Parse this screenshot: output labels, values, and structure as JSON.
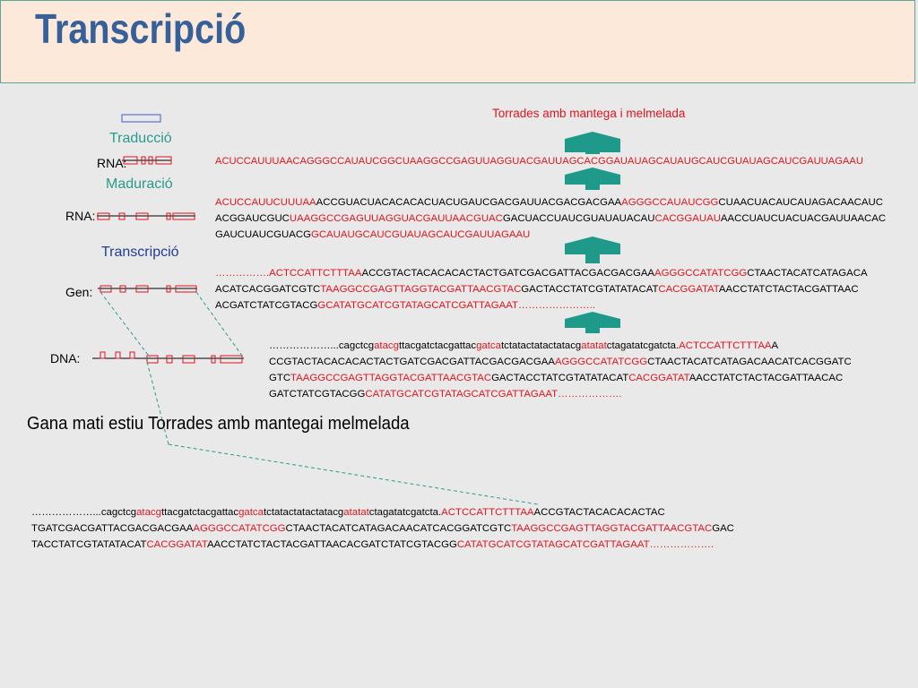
{
  "title": "Transcripció",
  "annotation": "Torrades amb mantega i melmelada",
  "caption": "Gana mati estiu  Torrades amb mantegai melmelada",
  "labels": {
    "traduccio": "Traducció",
    "rna1": "RNA:",
    "maduracio": "Maduració",
    "rna2": "RNA:",
    "transcripcio": "Transcripció",
    "gen": "Gen:",
    "dna": "DNA:"
  },
  "colors": {
    "title": "#36609a",
    "red_text": "#e0141e",
    "arrow": "#1f9a8a",
    "teal_label": "#2a9a8c",
    "blue_label": "#1f3c98"
  },
  "mrna_seq": "ACUCCAUUUAACAGGGCCAUAUCGGCUAAGGCCGAGUUAGGUACGAUUAGCACGGAUAUAGCAUAUGCAUCGUAUAGCAUCGAUUAGAAU",
  "rna_seq": [
    [
      {
        "t": "ACUCCAUUCUUUAA",
        "r": true
      },
      {
        "t": "ACCGUACUACACACACUACUGAUCGACGAUUACGACGACGAA",
        "r": false
      },
      {
        "t": "AGGGCCAUAUCGG",
        "r": true
      },
      {
        "t": "CUAACUACAUCAUAGACAACAUC",
        "r": false
      }
    ],
    [
      {
        "t": "ACGGAUCGUC",
        "r": false
      },
      {
        "t": "UAAGGCCGAGUUAGGUACGAUUAACGUAC",
        "r": true
      },
      {
        "t": "GACUACCUAUCGUAUAUACAU",
        "r": false
      },
      {
        "t": "CACGGAUAU",
        "r": true
      },
      {
        "t": "AACCUAUCUACUACGAUUAACAC",
        "r": false
      }
    ],
    [
      {
        "t": "GAUCUAUCGUACG",
        "r": false
      },
      {
        "t": "GCAUAUGCAUCGUAUAGCAUCGAUUAGAAU",
        "r": true
      }
    ]
  ],
  "gen_seq": [
    [
      {
        "t": "…………….",
        "r": true
      },
      {
        "t": "ACTCCATTCTTTAA",
        "r": true
      },
      {
        "t": "ACCGTACTACACACACTACTGATCGACGATTACGACGACGAA",
        "r": false
      },
      {
        "t": "AGGGCCATATCGG",
        "r": true
      },
      {
        "t": "CTAACTACATCATAGACA",
        "r": false
      }
    ],
    [
      {
        "t": "ACATCACGGATCGTC",
        "r": false
      },
      {
        "t": "TAAGGCCGAGTTAGGTACGATTAACGTAC",
        "r": true
      },
      {
        "t": "GACTACCTATCGTATATACAT",
        "r": false
      },
      {
        "t": "CACGGATAT",
        "r": true
      },
      {
        "t": "AACCTATCTACTACGATTAAC",
        "r": false
      }
    ],
    [
      {
        "t": "ACGATCTATCGTACG",
        "r": false
      },
      {
        "t": "GCATATGCATCGTATAGCATCGATTAGAAT",
        "r": true
      },
      {
        "t": "…………………..",
        "r": true
      }
    ]
  ],
  "dna_seq": [
    [
      {
        "t": "………………...cagctcg",
        "r": false
      },
      {
        "t": "atacg",
        "r": true
      },
      {
        "t": "ttacgatctacgattac",
        "r": false
      },
      {
        "t": "gatca",
        "r": true
      },
      {
        "t": "tctatactatactatacg",
        "r": false
      },
      {
        "t": "atatat",
        "r": true
      },
      {
        "t": "ctagatatcgatcta.",
        "r": false
      },
      {
        "t": "ACTCCATTCTTTAA",
        "r": true
      },
      {
        "t": "A",
        "r": false
      }
    ],
    [
      {
        "t": "CCGTACTACACACACTACTGATCGACGATTACGACGACGAA",
        "r": false
      },
      {
        "t": "AGGGCCATATCGG",
        "r": true
      },
      {
        "t": "CTAACTACATCATAGACAACATCACGGATC",
        "r": false
      }
    ],
    [
      {
        "t": "GTC",
        "r": false
      },
      {
        "t": "TAAGGCCGAGTTAGGTACGATTAACGTAC",
        "r": true
      },
      {
        "t": "GACTACCTATCGTATATACAT",
        "r": false
      },
      {
        "t": "CACGGATAT",
        "r": true
      },
      {
        "t": "AACCTATCTACTACGATTAACAC",
        "r": false
      }
    ],
    [
      {
        "t": "GATCTATCGTACGG",
        "r": false
      },
      {
        "t": "CATATGCATCGTATAGCATCGATTAGAAT",
        "r": true
      },
      {
        "t": "……………….",
        "r": true
      }
    ]
  ],
  "bottom_seq": [
    [
      {
        "t": "………………...cagctcg",
        "r": false
      },
      {
        "t": "atacg",
        "r": true
      },
      {
        "t": "ttacgatctacgattac",
        "r": false
      },
      {
        "t": "gatca",
        "r": true
      },
      {
        "t": "tctatactatactatacg",
        "r": false
      },
      {
        "t": "atatat",
        "r": true
      },
      {
        "t": "ctagatatcgatcta.",
        "r": false
      },
      {
        "t": "ACTCCATTCTTTAA",
        "r": true
      },
      {
        "t": "ACCGTACTACACACACTAC",
        "r": false
      }
    ],
    [
      {
        "t": "TGATCGACGATTACGACGACGAA",
        "r": false
      },
      {
        "t": "AGGGCCATATCGG",
        "r": true
      },
      {
        "t": "CTAACTACATCATAGACAACATCACGGATCGTC",
        "r": false
      },
      {
        "t": "TAAGGCCGAGTTAGGTACGATTAACGTAC",
        "r": true
      },
      {
        "t": "GAC",
        "r": false
      }
    ],
    [
      {
        "t": "TACCTATCGTATATACAT",
        "r": false
      },
      {
        "t": "CACGGATAT",
        "r": true
      },
      {
        "t": "AACCTATCTACTACGATTAACACGATCTATCGTACGG",
        "r": false
      },
      {
        "t": "CATATGCATCGTATAGCATCGATTAGAAT",
        "r": true
      },
      {
        "t": "……………….",
        "r": true
      }
    ]
  ]
}
